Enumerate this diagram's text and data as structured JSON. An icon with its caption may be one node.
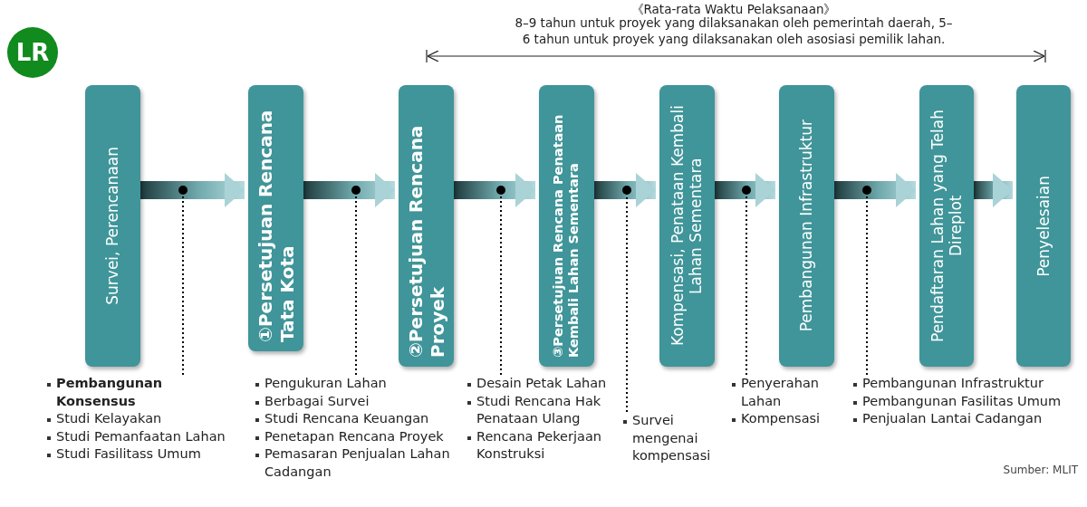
{
  "diagram": {
    "nodes": [
      {
        "text": [
          "LR"
        ]
      },
      {
        "text": [
          "Survei, Perencanaan"
        ]
      },
      {
        "text": [
          "①Persetujuan Rencana Tata Kota"
        ]
      },
      {
        "text": [
          "②Persetujuan Rencana Proyek"
        ]
      },
      {
        "text": [
          "③Persetujuan Rencana Penataan Kembali Lahan Sementara"
        ]
      },
      {
        "text": [
          "Kompensasi, Penataan Kembali Lahan Sementara"
        ]
      },
      {
        "text": [
          "Pembangunan Infrastruktur"
        ]
      },
      {
        "text": [
          "Pendaftaran Lahan yang Telah Direplot"
        ]
      },
      {
        "text": [
          "Penyelesaian"
        ]
      },
      {
        "text": [
          "**Pembangunan Konsensus**",
          "Studi Kelayakan",
          "Studi Pemanfaatan Lahan",
          "Studi Fasilitass Umum"
        ]
      },
      {
        "text": [
          "Pengukuran Lahan",
          "Berbagai Survei",
          "Studi Rencana Keuangan",
          "Penetapan Rencana Proyek",
          "Pemasaran Penjualan Lahan Cadangan"
        ]
      },
      {
        "text": [
          "Desain Petak Lahan",
          "Studi Rencana Hak Penataan Ulang",
          "Rencana Pekerjaan Konstruksi"
        ]
      },
      {
        "text": [
          "Survei mengenai kompensasi"
        ]
      },
      {
        "text": [
          "Penyerahan Lahan",
          "Kompensasi"
        ]
      },
      {
        "text": [
          "Pembangunan Infrastruktur",
          "Pembangunan Fasilitas Umum",
          "Penjualan Lantai Cadangan"
        ]
      }
    ],
    "edges": [
      {
        "from": 1,
        "to": 2,
        "arrow": "to"
      },
      {
        "from": 2,
        "to": 3,
        "arrow": "to"
      },
      {
        "from": 3,
        "to": 4,
        "arrow": "to"
      },
      {
        "from": 4,
        "to": 5,
        "arrow": "to"
      },
      {
        "from": 5,
        "to": 6,
        "arrow": "to"
      },
      {
        "from": 6,
        "to": 7,
        "arrow": "to"
      },
      {
        "from": 7,
        "to": 8,
        "arrow": "to"
      },
      {
        "from": 9,
        "to": null,
        "arrow": "other",
        "style": "dashed"
      },
      {
        "from": 10,
        "to": null,
        "arrow": "other",
        "style": "dashed"
      },
      {
        "from": 11,
        "to": null,
        "arrow": "other",
        "style": "dashed"
      },
      {
        "from": 12,
        "to": null,
        "arrow": "other",
        "style": "dashed"
      },
      {
        "from": 13,
        "to": null,
        "arrow": "other",
        "style": "dashed"
      },
      {
        "from": 14,
        "to": null,
        "arrow": "other",
        "style": "dashed"
      }
    ],
    "labels": [
      "《Rata-rata Waktu Pelaksanaan》",
      "8–9 tahun untuk proyek yang dilaksanakan oleh pemerintah daerah, 5–6 tahun untuk proyek yang dilaksanakan oleh asosiasi pemilik lahan.",
      "Sumber: MLIT"
    ]
  }
}
